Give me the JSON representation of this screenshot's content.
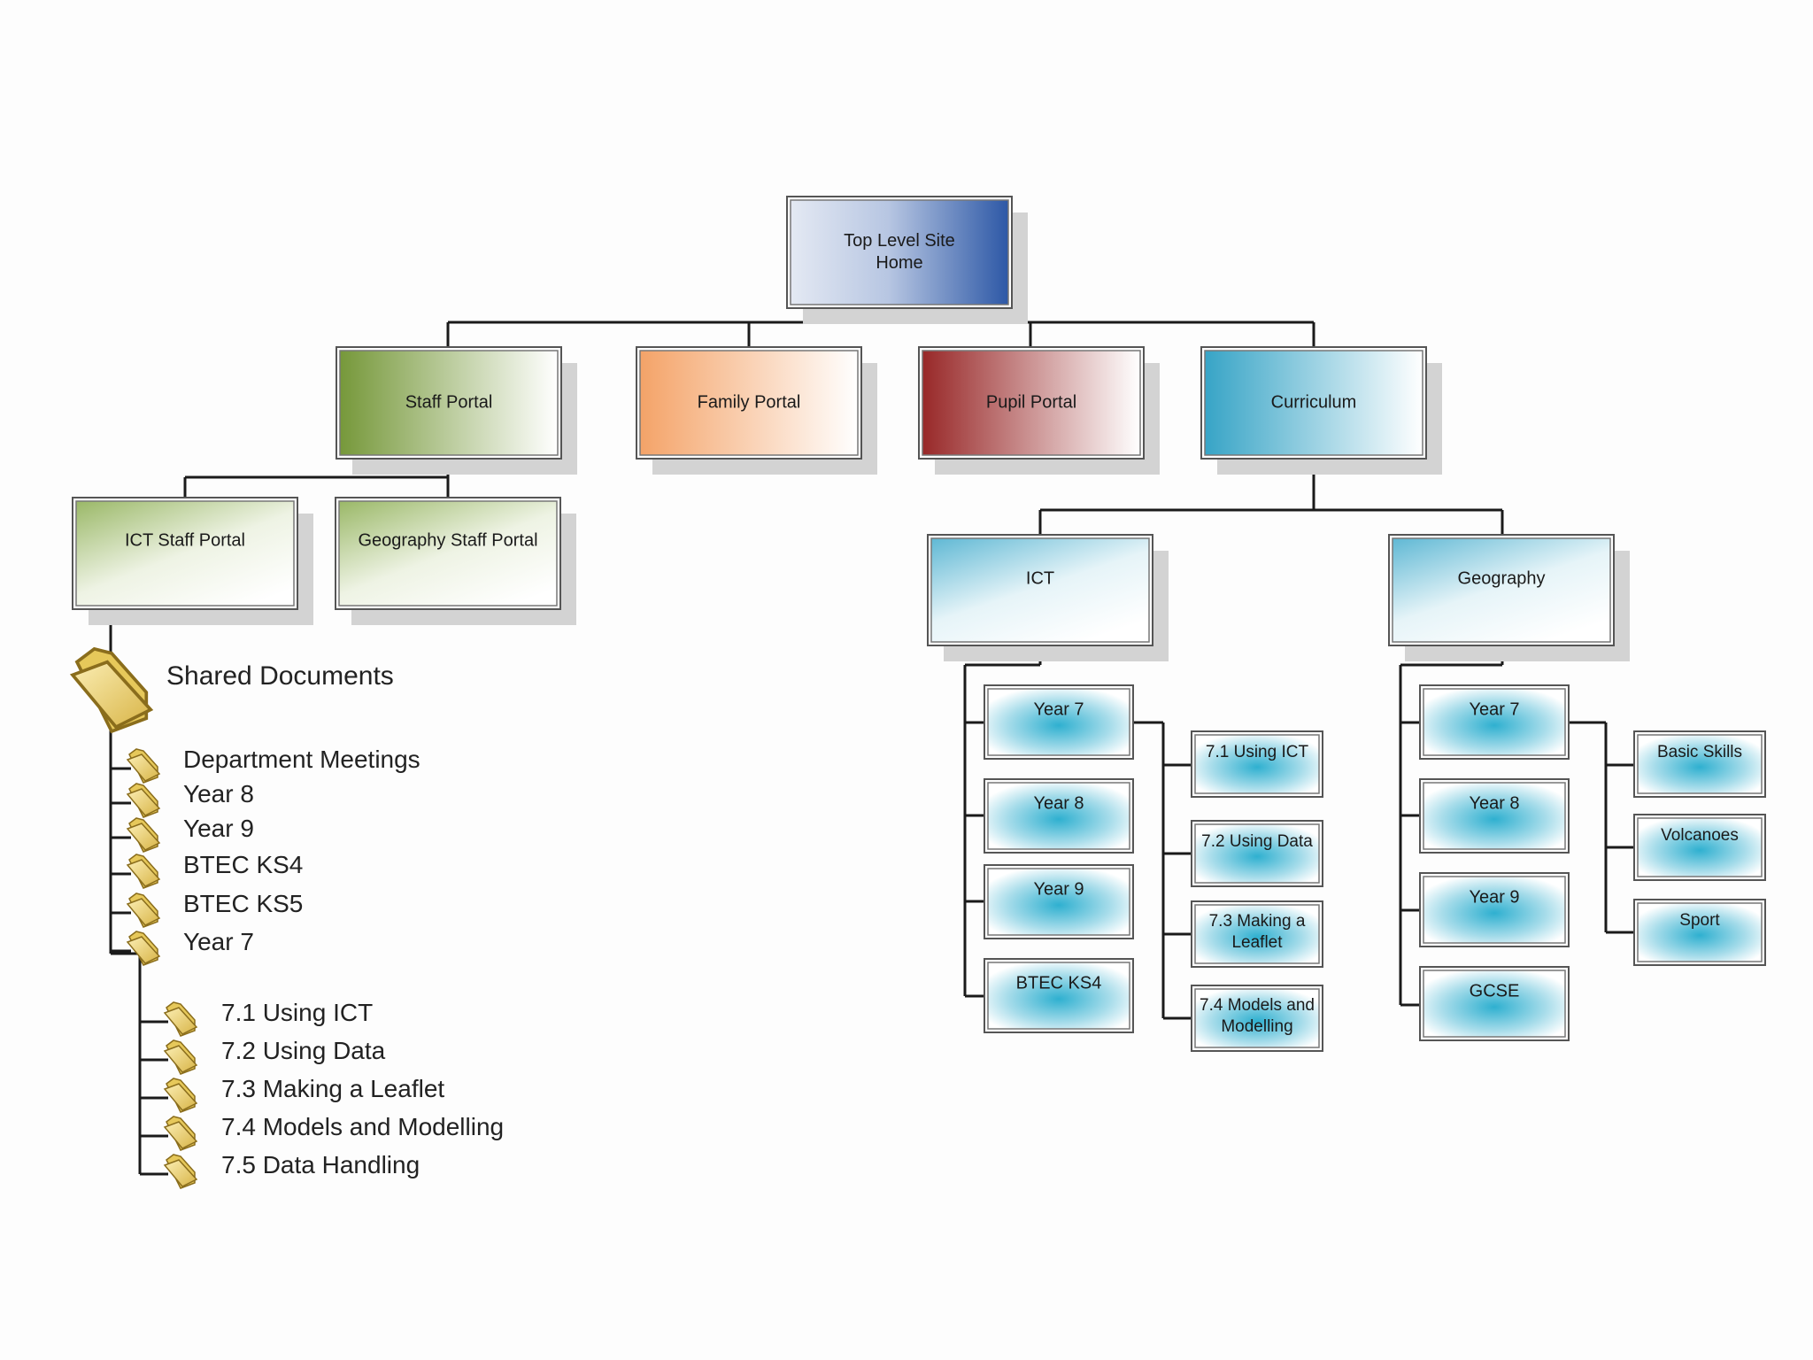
{
  "root": {
    "label_line1": "Top Level Site",
    "label_line2": "Home"
  },
  "portals": {
    "staff": "Staff Portal",
    "family": "Family Portal",
    "pupil": "Pupil Portal",
    "curriculum": "Curriculum"
  },
  "staff_subsites": {
    "ict": "ICT Staff Portal",
    "geography": "Geography Staff Portal"
  },
  "curriculum_subsites": {
    "ict": "ICT",
    "geography": "Geography"
  },
  "ict_years": [
    "Year 7",
    "Year 8",
    "Year 9",
    "BTEC KS4"
  ],
  "ict_units": [
    [
      "7.1 Using ICT"
    ],
    [
      "7.2 Using Data"
    ],
    [
      "7.3 Making a",
      "Leaflet"
    ],
    [
      "7.4 Models and",
      "Modelling"
    ]
  ],
  "geo_years": [
    "Year 7",
    "Year 8",
    "Year 9",
    "GCSE"
  ],
  "geo_units": [
    "Basic Skills",
    "Volcanoes",
    "Sport"
  ],
  "shared_documents": {
    "title": "Shared Documents",
    "folders": [
      "Department Meetings",
      "Year 8",
      "Year 9",
      "BTEC KS4",
      "BTEC KS5",
      "Year 7"
    ],
    "year7_folders": [
      "7.1 Using ICT",
      "7.2 Using Data",
      "7.3 Making a Leaflet",
      "7.4 Models and Modelling",
      "7.5 Data Handling"
    ]
  },
  "colors": {
    "root_dark": "#2f5aa8",
    "root_light": "#dfe6f2",
    "staff_dark": "#7a9a3c",
    "family_dark": "#f2a56a",
    "pupil_dark": "#9b2b2b",
    "curriculum_dark": "#3aa6c8",
    "page_light": "#31b0cf",
    "folder": "#f0d77a"
  }
}
